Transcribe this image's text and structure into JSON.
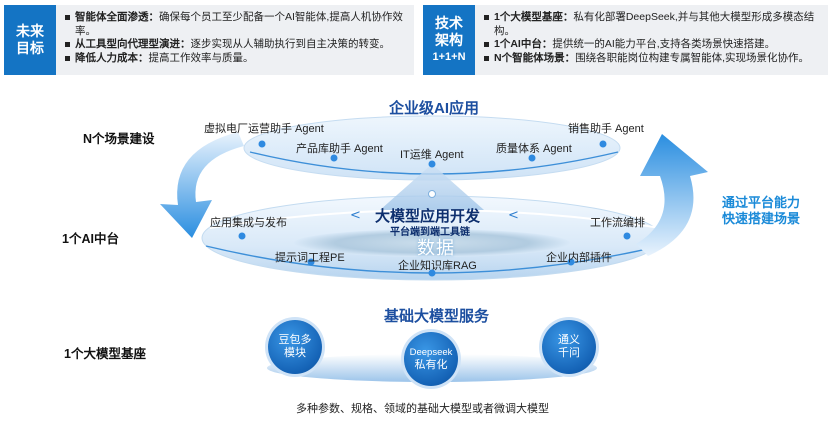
{
  "top_left": {
    "badge_line1": "未来",
    "badge_line2": "目标",
    "items": [
      {
        "bold": "智能体全面渗透：",
        "text": "确保每个员工至少配备一个AI智能体,提高人机协作效率。"
      },
      {
        "bold": "从工具型向代理型演进：",
        "text": "逐步实现从人辅助执行到自主决策的转变。"
      },
      {
        "bold": "降低人力成本：",
        "text": "提高工作效率与质量。"
      }
    ]
  },
  "top_right": {
    "badge_line1": "技术",
    "badge_line2": "架构",
    "badge_line3": "1+1+N",
    "items": [
      {
        "bold": "1个大模型基座：",
        "text": "私有化部署DeepSeek,并与其他大模型形成多模态结构。"
      },
      {
        "bold": "1个AI中台：",
        "text": "提供统一的AI能力平台,支持各类场景快速搭建。"
      },
      {
        "bold": "N个智能体场景：",
        "text": "围绕各职能岗位构建专属智能体,实现场景化协作。"
      }
    ]
  },
  "diagram": {
    "enterprise_title": "企业级AI应用",
    "row_labels": {
      "scenes": "N个场景建设",
      "platform": "1个AI中台",
      "base": "1个大模型基座"
    },
    "agents": [
      "虚拟电厂运营助手 Agent",
      "产品库助手 Agent",
      "IT运维 Agent",
      "质量体系 Agent",
      "销售助手 Agent"
    ],
    "platform_center_title": "大模型应用开发",
    "platform_center_sub": "平台端到端工具链",
    "platform_data": "数据",
    "platform_items": {
      "integration": "应用集成与发布",
      "workflow": "工作流编排",
      "prompt": "提示词工程PE",
      "rag": "企业知识库RAG",
      "plugins": "企业内部插件"
    },
    "side_cta_line1": "通过平台能力",
    "side_cta_line2": "快速搭建场景",
    "base_title": "基础大模型服务",
    "models": [
      {
        "line1": "豆包多",
        "line2": "模块"
      },
      {
        "line1": "Deepseek",
        "line2": "私有化"
      },
      {
        "line1": "通义",
        "line2": "千问"
      }
    ],
    "footer": "多种参数、规格、领域的基础大模型或者微调大模型"
  },
  "colors": {
    "accent": "#1474c4",
    "title_blue": "#1d4fa0",
    "cta_blue": "#1a8ad8",
    "ring_light": "#d6e8f8"
  }
}
